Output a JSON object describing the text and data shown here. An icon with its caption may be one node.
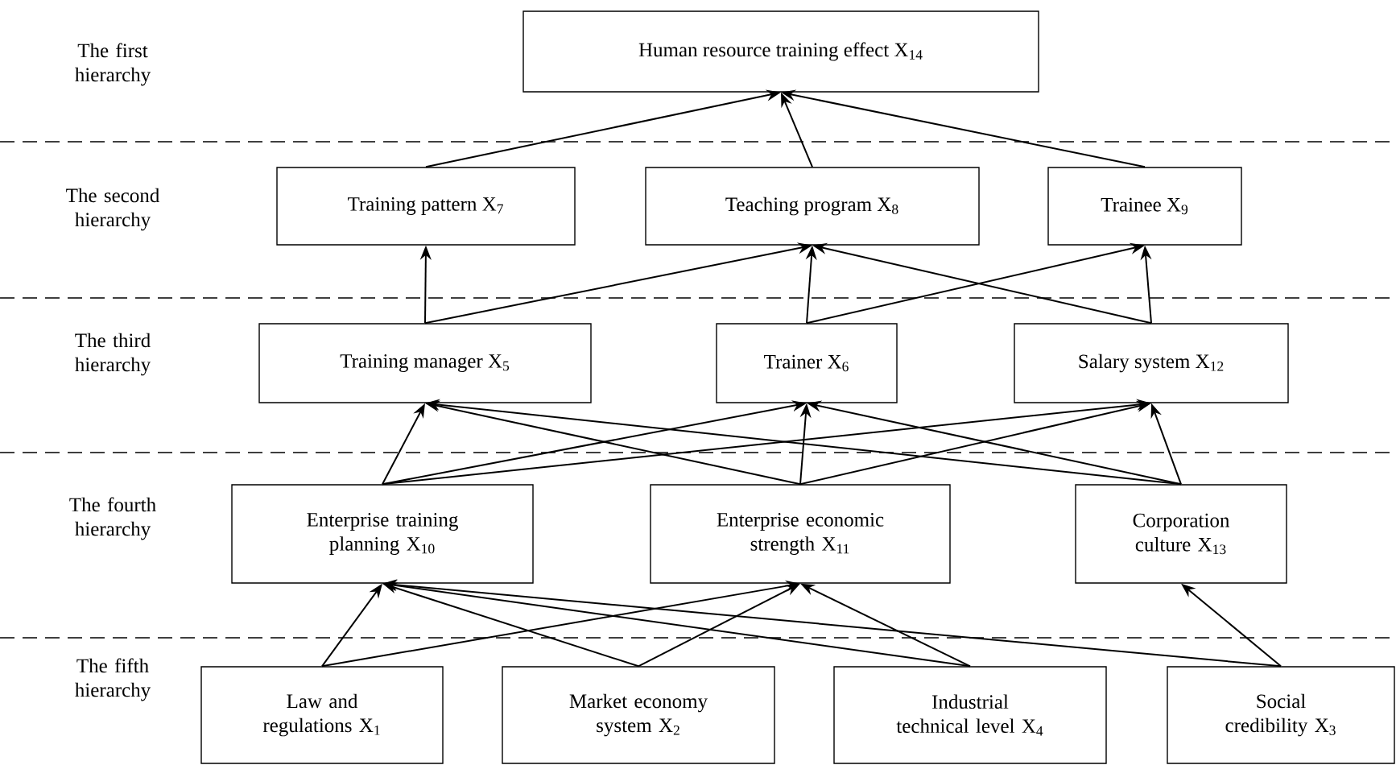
{
  "diagram": {
    "nodes": [
      {
        "text": [
          "Human resource training effect X$_{14}$"
        ]
      },
      {
        "text": [
          "Training pattern X$_{7}$"
        ]
      },
      {
        "text": [
          "Teaching program X$_{8}$"
        ]
      },
      {
        "text": [
          "Trainee X$_{9}$"
        ]
      },
      {
        "text": [
          "Training manager X$_{5}$"
        ]
      },
      {
        "text": [
          "Trainer X$_{6}$"
        ]
      },
      {
        "text": [
          "Salary system X$_{12}$"
        ]
      },
      {
        "text": [
          "Enterprise training planning X$_{10}$"
        ]
      },
      {
        "text": [
          "Enterprise economic strength X$_{11}$"
        ]
      },
      {
        "text": [
          "Corporation culture X$_{13}$"
        ]
      },
      {
        "text": [
          "Law and regulations X$_{1}$"
        ]
      },
      {
        "text": [
          "Market economy system X$_{2}$"
        ]
      },
      {
        "text": [
          "Industrial technical level X$_{4}$"
        ]
      },
      {
        "text": [
          "Social credibility X$_{3}$"
        ]
      }
    ],
    "edges": [
      {
        "from": 1,
        "to": 0,
        "arrow": "to"
      },
      {
        "from": 2,
        "to": 0,
        "arrow": "to"
      },
      {
        "from": 3,
        "to": 0,
        "arrow": "to"
      },
      {
        "from": 4,
        "to": 1,
        "arrow": "to"
      },
      {
        "from": 4,
        "to": 2,
        "arrow": "to"
      },
      {
        "from": 5,
        "to": 2,
        "arrow": "to"
      },
      {
        "from": 5,
        "to": 3,
        "arrow": "to"
      },
      {
        "from": 6,
        "to": 2,
        "arrow": "to"
      },
      {
        "from": 6,
        "to": 3,
        "arrow": "to"
      },
      {
        "from": 7,
        "to": 4,
        "arrow": "to"
      },
      {
        "from": 7,
        "to": 5,
        "arrow": "to"
      },
      {
        "from": 7,
        "to": 6,
        "arrow": "to"
      },
      {
        "from": 8,
        "to": 4,
        "arrow": "to"
      },
      {
        "from": 8,
        "to": 5,
        "arrow": "to"
      },
      {
        "from": 8,
        "to": 6,
        "arrow": "to"
      },
      {
        "from": 9,
        "to": 4,
        "arrow": "to"
      },
      {
        "from": 9,
        "to": 5,
        "arrow": "to"
      },
      {
        "from": 9,
        "to": 6,
        "arrow": "to"
      },
      {
        "from": 10,
        "to": 7,
        "arrow": "to"
      },
      {
        "from": 10,
        "to": 8,
        "arrow": "to"
      },
      {
        "from": 11,
        "to": 7,
        "arrow": "to"
      },
      {
        "from": 11,
        "to": 8,
        "arrow": "to"
      },
      {
        "from": 12,
        "to": 7,
        "arrow": "to"
      },
      {
        "from": 12,
        "to": 8,
        "arrow": "to"
      },
      {
        "from": 13,
        "to": 7,
        "arrow": "to"
      },
      {
        "from": 13,
        "to": 9,
        "arrow": "to"
      }
    ],
    "labels": [
      "The first hierarchy",
      "The second hierarchy",
      "The third hierarchy",
      "The fourth hierarchy",
      "The fifth hierarchy"
    ]
  }
}
